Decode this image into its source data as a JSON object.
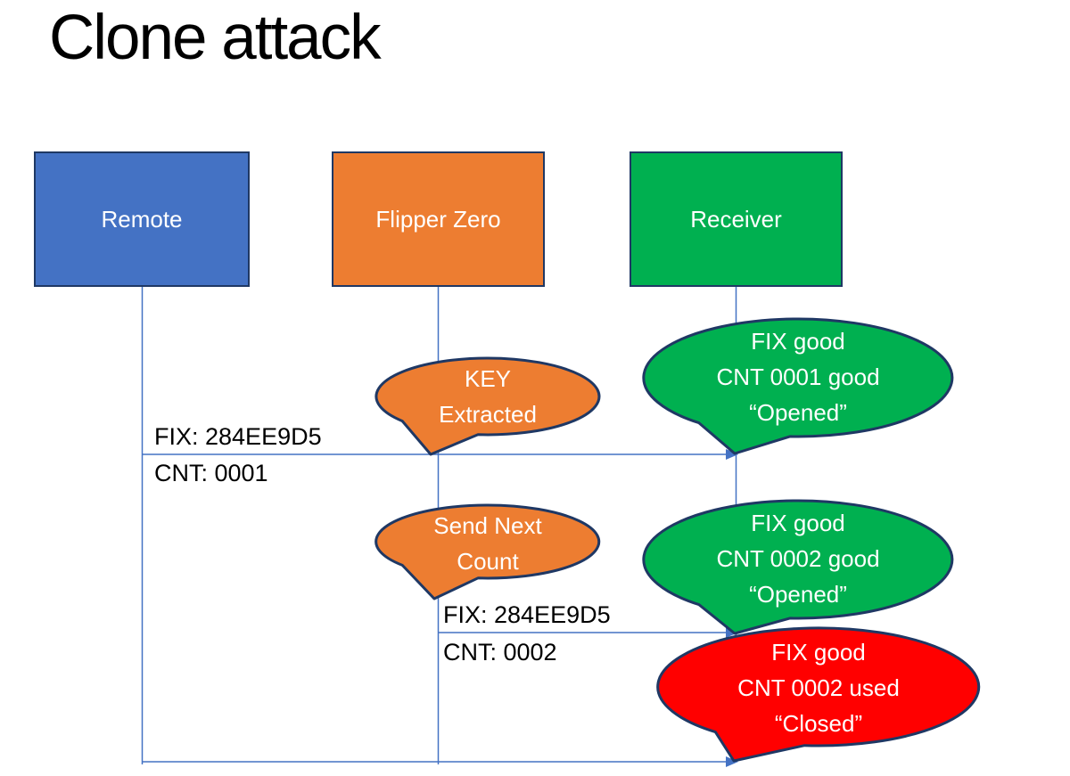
{
  "title": "Clone attack",
  "actors": [
    {
      "label": "Remote"
    },
    {
      "label": "Flipper Zero"
    },
    {
      "label": "Receiver"
    }
  ],
  "messages": [
    {
      "label_top": "FIX: 284EE9D5",
      "label_bottom": "CNT: 0001"
    },
    {
      "label_top": "FIX: 284EE9D5",
      "label_bottom": "CNT: 0002"
    }
  ],
  "callouts": [
    {
      "name": "key-extracted",
      "lines": [
        "KEY",
        "Extracted"
      ]
    },
    {
      "name": "receiver-opened-1",
      "lines": [
        "FIX good",
        "CNT 0001 good",
        "“Opened”"
      ]
    },
    {
      "name": "send-next-count",
      "lines": [
        "Send Next",
        "Count"
      ]
    },
    {
      "name": "receiver-opened-2",
      "lines": [
        "FIX good",
        "CNT 0002 good",
        "“Opened”"
      ]
    },
    {
      "name": "receiver-closed",
      "lines": [
        "FIX good",
        "CNT 0002 used",
        "“Closed”"
      ]
    }
  ],
  "colors": {
    "remote_fill": "#4472C4",
    "flipper_fill": "#ED7D31",
    "receiver_fill": "#00B050",
    "alert_fill": "#FF0000",
    "outline": "#1F3864",
    "connector": "#4472C4"
  }
}
